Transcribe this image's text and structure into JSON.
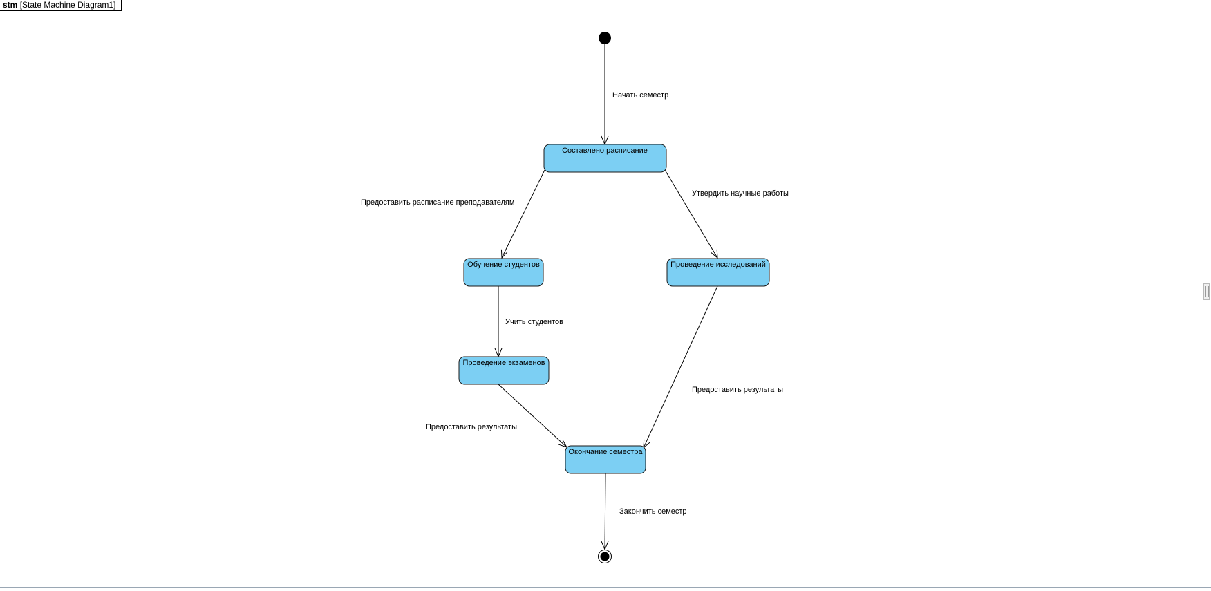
{
  "frame": {
    "keyword": "stm",
    "name": "[State Machine Diagram1]"
  },
  "states": [
    {
      "id": "s1",
      "label": "Составлено расписание"
    },
    {
      "id": "s2",
      "label": "Обучение студентов"
    },
    {
      "id": "s3",
      "label": "Проведение исследований"
    },
    {
      "id": "s4",
      "label": "Проведение экзаменов"
    },
    {
      "id": "s5",
      "label": "Окончание семестра"
    }
  ],
  "transitions": [
    {
      "from": "initial",
      "to": "s1",
      "label": "Начать семестр"
    },
    {
      "from": "s1",
      "to": "s2",
      "label": "Предоставить расписание преподавателям"
    },
    {
      "from": "s1",
      "to": "s3",
      "label": "Утвердить научные работы"
    },
    {
      "from": "s2",
      "to": "s4",
      "label": "Учить студентов"
    },
    {
      "from": "s4",
      "to": "s5",
      "label": "Предоставить результаты"
    },
    {
      "from": "s3",
      "to": "s5",
      "label": "Предоставить результаты"
    },
    {
      "from": "s5",
      "to": "final",
      "label": "Закончить семестр"
    }
  ],
  "colors": {
    "state_fill": "#7ccff3",
    "state_stroke": "#1a1a1a"
  }
}
